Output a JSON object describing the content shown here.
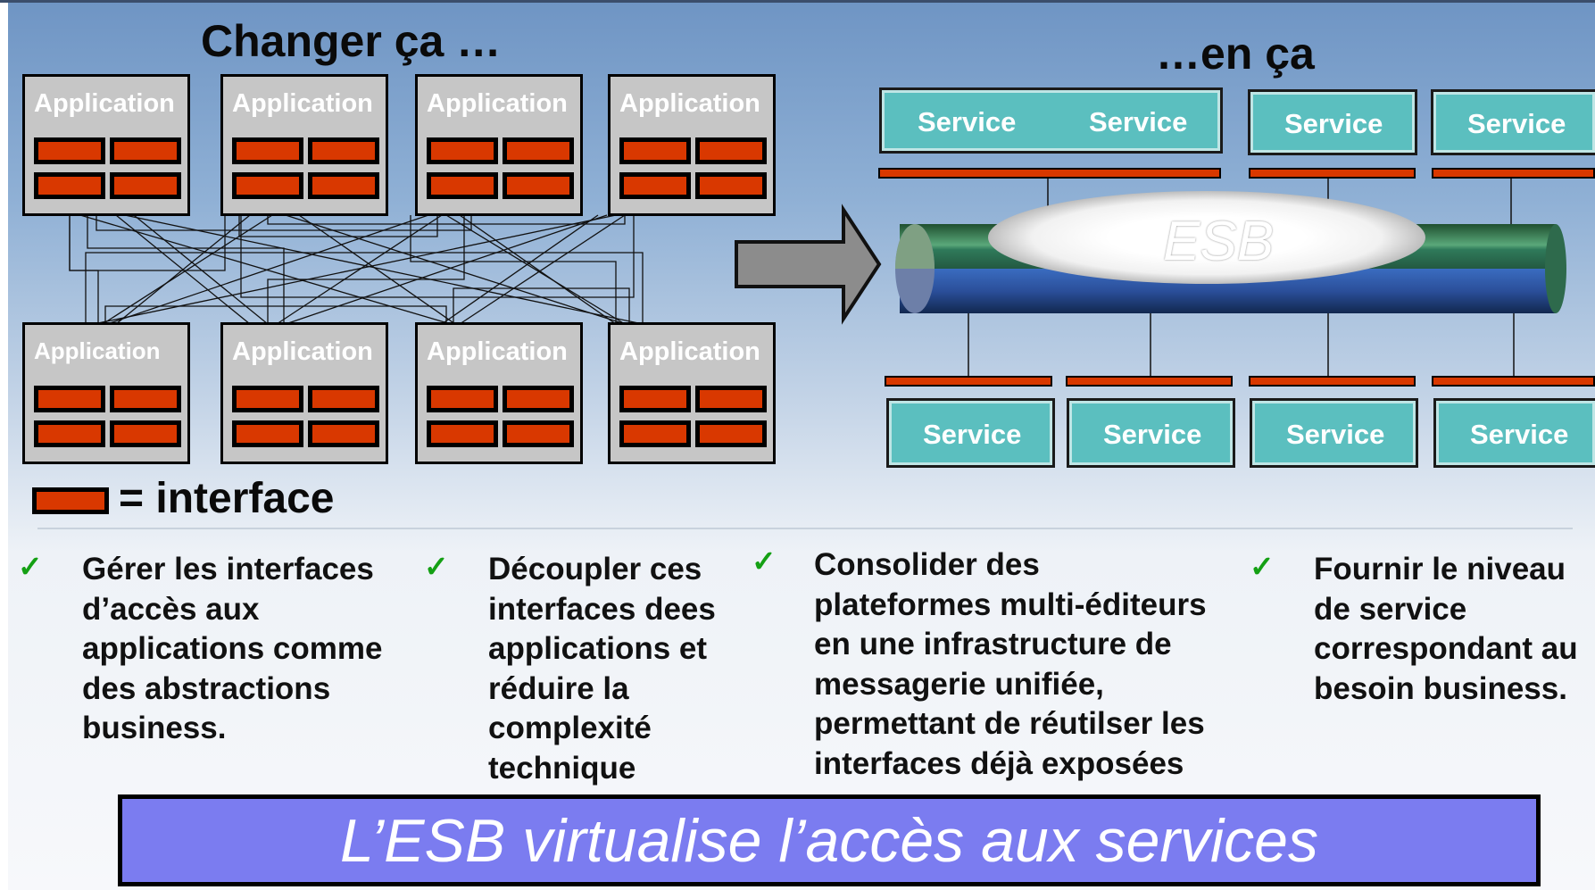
{
  "titles": {
    "left": "Changer ça …",
    "right": "…en ça"
  },
  "applications": [
    {
      "label": "Application"
    },
    {
      "label": "Application"
    },
    {
      "label": "Application"
    },
    {
      "label": "Application"
    },
    {
      "label": "Application"
    },
    {
      "label": "Application"
    },
    {
      "label": "Application"
    },
    {
      "label": "Application"
    }
  ],
  "esb": {
    "label": "ESB"
  },
  "services_top": [
    "Service",
    "Service",
    "Service",
    "Service"
  ],
  "services_bottom": [
    "Service",
    "Service",
    "Service",
    "Service"
  ],
  "legend": {
    "text": "= interface"
  },
  "bullets": [
    "Gérer les interfaces\nd’accès aux\napplications comme\ndes abstractions\nbusiness.",
    "Découpler  ces\ninterfaces dees\napplications et\nréduire la\ncomplexité\ntechnique",
    "Consolider des\nplateformes multi-éditeurs\nen une infrastructure de\nmessagerie unifiée,\npermettant de réutilser les\ninterfaces déjà exposées",
    "Fournir le niveau\nde service\ncorrespondant au\nbesoin business."
  ],
  "check_symbol": "✓",
  "banner": {
    "text": "L’ESB virtualise l’accès aux services"
  },
  "colors": {
    "interface": "#d93800",
    "service": "#5bbfbf",
    "banner": "#7b7cf0",
    "application": "#c6c6c6",
    "check": "#14a014"
  }
}
